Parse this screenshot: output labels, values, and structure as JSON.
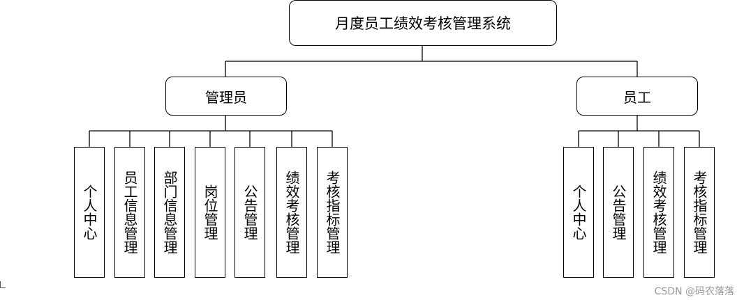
{
  "diagram": {
    "root": {
      "label": "月度员工绩效考核管理系统"
    },
    "branches": [
      {
        "label": "管理员",
        "children": [
          "个人中心",
          "员工信息管理",
          "部门信息管理",
          "岗位管理",
          "公告管理",
          "绩效考核管理",
          "考核指标管理"
        ]
      },
      {
        "label": "员工",
        "children": [
          "个人中心",
          "公告管理",
          "绩效考核管理",
          "考核指标管理"
        ]
      }
    ]
  },
  "watermark": "CSDN @码农落落",
  "colors": {
    "line": "#000000",
    "background": "#ffffff",
    "watermark": "#9a9a9a"
  }
}
